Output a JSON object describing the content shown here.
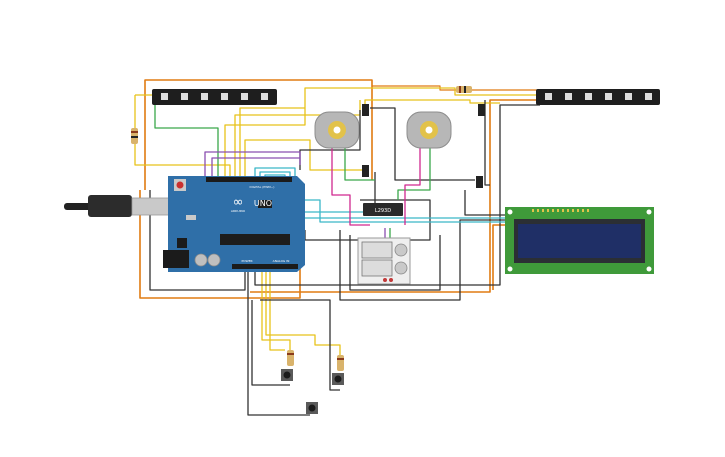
{
  "arduino": {
    "logo": "∞",
    "model": "UNO",
    "digital_label": "DIGITAL (PWM~)",
    "power_label": "POWER",
    "analog_label": "ANALOG IN",
    "brand": "ARDUINO"
  },
  "driver_chip": {
    "label": "L293D"
  },
  "colors": {
    "board": "#2f6fa8",
    "board_dark": "#23598a",
    "wire_orange": "#e07b12",
    "wire_yellow": "#e8c21a",
    "wire_black": "#333333",
    "wire_green": "#3aa84a",
    "wire_purple": "#8a4fb0",
    "wire_cyan": "#3ab7c8",
    "wire_magenta": "#d0288f",
    "strip": "#1e1e1e",
    "lcd_pcb": "#3f9a3a",
    "lcd_screen": "#1f2f66"
  }
}
